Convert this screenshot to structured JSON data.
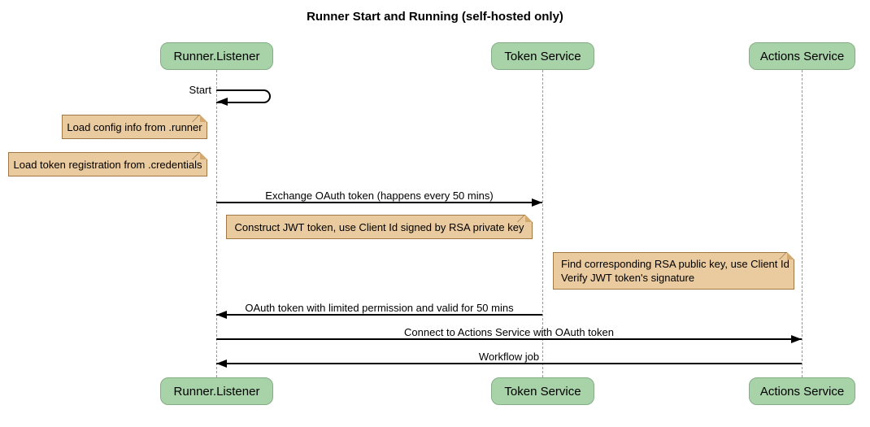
{
  "title": "Runner Start and Running (self-hosted only)",
  "diagram_type": "sequence",
  "colors": {
    "background": "#ffffff",
    "text": "#000000",
    "line": "#000000",
    "lifeline": "#999999",
    "participant_fill": "#a8d2a8",
    "participant_border": "#85ad85",
    "note_fill": "#eaca9f",
    "note_border": "#a07846",
    "note_fold": "#d3a96f"
  },
  "participants": [
    {
      "name": "Runner.Listener"
    },
    {
      "name": "Token Service"
    },
    {
      "name": "Actions Service"
    }
  ],
  "messages": [
    {
      "label": "Start",
      "from": "Runner.Listener",
      "to": "Runner.Listener",
      "type": "self"
    },
    {
      "label": "Exchange OAuth token (happens every 50 mins)",
      "from": "Runner.Listener",
      "to": "Token Service",
      "type": "solid-arrow"
    },
    {
      "label": "OAuth token with limited permission and valid for 50 mins",
      "from": "Token Service",
      "to": "Runner.Listener",
      "type": "solid-arrow"
    },
    {
      "label": "Connect to Actions Service with OAuth token",
      "from": "Runner.Listener",
      "to": "Actions Service",
      "type": "solid-arrow"
    },
    {
      "label": "Workflow job",
      "from": "Actions Service",
      "to": "Runner.Listener",
      "type": "solid-arrow"
    }
  ],
  "notes": [
    {
      "text": "Load config info from .runner",
      "position": "left of Runner.Listener"
    },
    {
      "text": "Load token registration from .credentials",
      "position": "left of Runner.Listener"
    },
    {
      "text": "Construct JWT token, use Client Id signed by RSA private key",
      "position": "over Runner.Listener, Token Service"
    },
    {
      "lines": [
        "Find corresponding RSA public key, use Client Id",
        "Verify JWT token's signature"
      ],
      "position": "over Token Service, Actions Service"
    }
  ]
}
